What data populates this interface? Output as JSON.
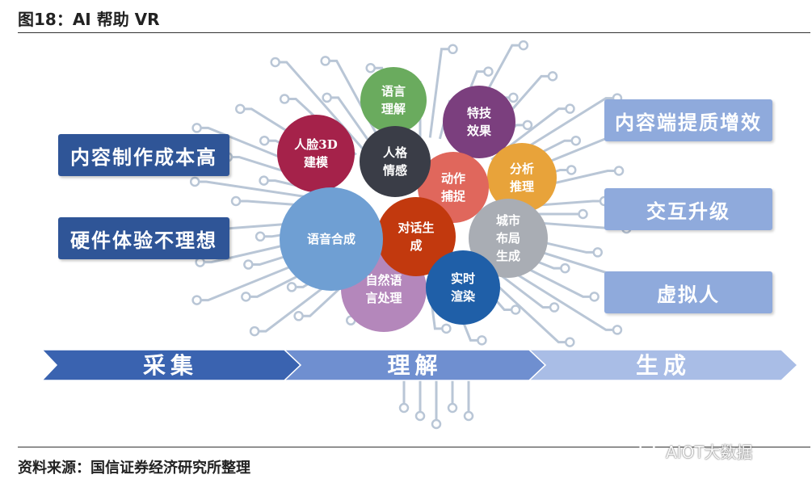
{
  "figure_title": "图18：AI 帮助 VR",
  "source": "资料来源：国信证券经济研究所整理",
  "watermark": "AIOT大数据",
  "left_boxes": [
    "内容制作成本高",
    "硬件体验不理想"
  ],
  "right_boxes": [
    "内容端提质增效",
    "交互升级",
    "虚拟人"
  ],
  "stages": [
    "采集",
    "理解",
    "生成"
  ],
  "bubbles": [
    {
      "id": "language-understanding",
      "label": "语言\n理解",
      "color": "#6aab5e"
    },
    {
      "id": "special-effects",
      "label": "特技\n效果",
      "color": "#7b3f7e"
    },
    {
      "id": "face-3d-modeling",
      "label": "人脸3D\n建模",
      "color": "#a5224a"
    },
    {
      "id": "persona-emotion",
      "label": "人格\n情感",
      "color": "#3a3d47"
    },
    {
      "id": "motion-capture",
      "label": "动作\n捕捉",
      "color": "#e0675c"
    },
    {
      "id": "analysis-reasoning",
      "label": "分析\n推理",
      "color": "#e8a33a"
    },
    {
      "id": "speech-synthesis",
      "label": "语音合成",
      "color": "#6f9fd3"
    },
    {
      "id": "dialogue-generation",
      "label": "对话生\n成",
      "color": "#c2390e"
    },
    {
      "id": "city-layout-generation",
      "label": "城市\n布局\n生成",
      "color": "#a9adb4"
    },
    {
      "id": "nlp",
      "label": "自然语\n言处理",
      "color": "#b487bb"
    },
    {
      "id": "realtime-rendering",
      "label": "实时\n渲染",
      "color": "#1f5fa8"
    }
  ],
  "colors": {
    "left_box": "#2f5597",
    "right_box": "#8faadc",
    "stage_1": "#3a63b0",
    "stage_2": "#6f8fd0",
    "stage_3": "#a9bde6",
    "circuit": "#b9c6d6"
  }
}
